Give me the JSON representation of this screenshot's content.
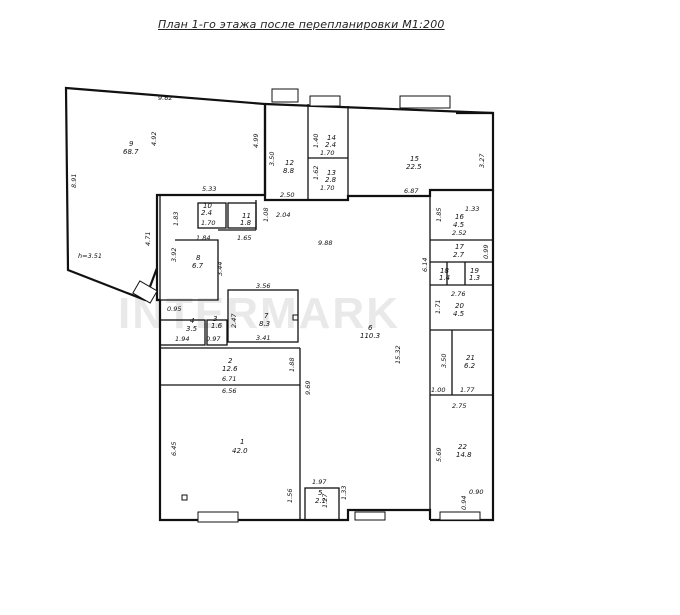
{
  "title": "План 1-го этажа после перепланировки М1:200",
  "watermark": "INTERMARK",
  "ceiling_height": "h=3.51",
  "rooms": [
    {
      "num": "1",
      "area": "42.0"
    },
    {
      "num": "2",
      "area": "12.6"
    },
    {
      "num": "3",
      "area": "1.6"
    },
    {
      "num": "4",
      "area": "3.5"
    },
    {
      "num": "5",
      "area": "2.1"
    },
    {
      "num": "6",
      "area": "110.3"
    },
    {
      "num": "7",
      "area": "8.3"
    },
    {
      "num": "8",
      "area": "6.7"
    },
    {
      "num": "9",
      "area": "68.7"
    },
    {
      "num": "10",
      "area": "2.4"
    },
    {
      "num": "11",
      "area": "1.8"
    },
    {
      "num": "12",
      "area": "8.8"
    },
    {
      "num": "13",
      "area": "2.8"
    },
    {
      "num": "14",
      "area": "2.4"
    },
    {
      "num": "15",
      "area": "22.5"
    },
    {
      "num": "16",
      "area": "4.5"
    },
    {
      "num": "17",
      "area": "2.7"
    },
    {
      "num": "18",
      "area": "1.4"
    },
    {
      "num": "19",
      "area": "1.3"
    },
    {
      "num": "20",
      "area": "4.5"
    },
    {
      "num": "21",
      "area": "6.2"
    },
    {
      "num": "22",
      "area": "14.8"
    }
  ],
  "dimensions": [
    "9.62",
    "4.92",
    "8.91",
    "4.99",
    "4.71",
    "5.33",
    "3.50",
    "2.50",
    "1.40",
    "1.70",
    "1.62",
    "1.70",
    "3.27",
    "6.87",
    "1.83",
    "1.70",
    "1.84",
    "3.92",
    "3.44",
    "1.08",
    "1.65",
    "2.04",
    "9.88",
    "1.85",
    "1.33",
    "2.52",
    "0.99",
    "6.14",
    "3.56",
    "2.47",
    "3.41",
    "0.95",
    "1.94",
    "0.97",
    "2.76",
    "1.71",
    "3.50",
    "1.77",
    "1.00",
    "15.32",
    "1.88",
    "6.71",
    "6.56",
    "9.69",
    "2.75",
    "6.45",
    "5.69",
    "0.90",
    "0.94",
    "1.97",
    "1.27",
    "1.33",
    "1.56"
  ]
}
